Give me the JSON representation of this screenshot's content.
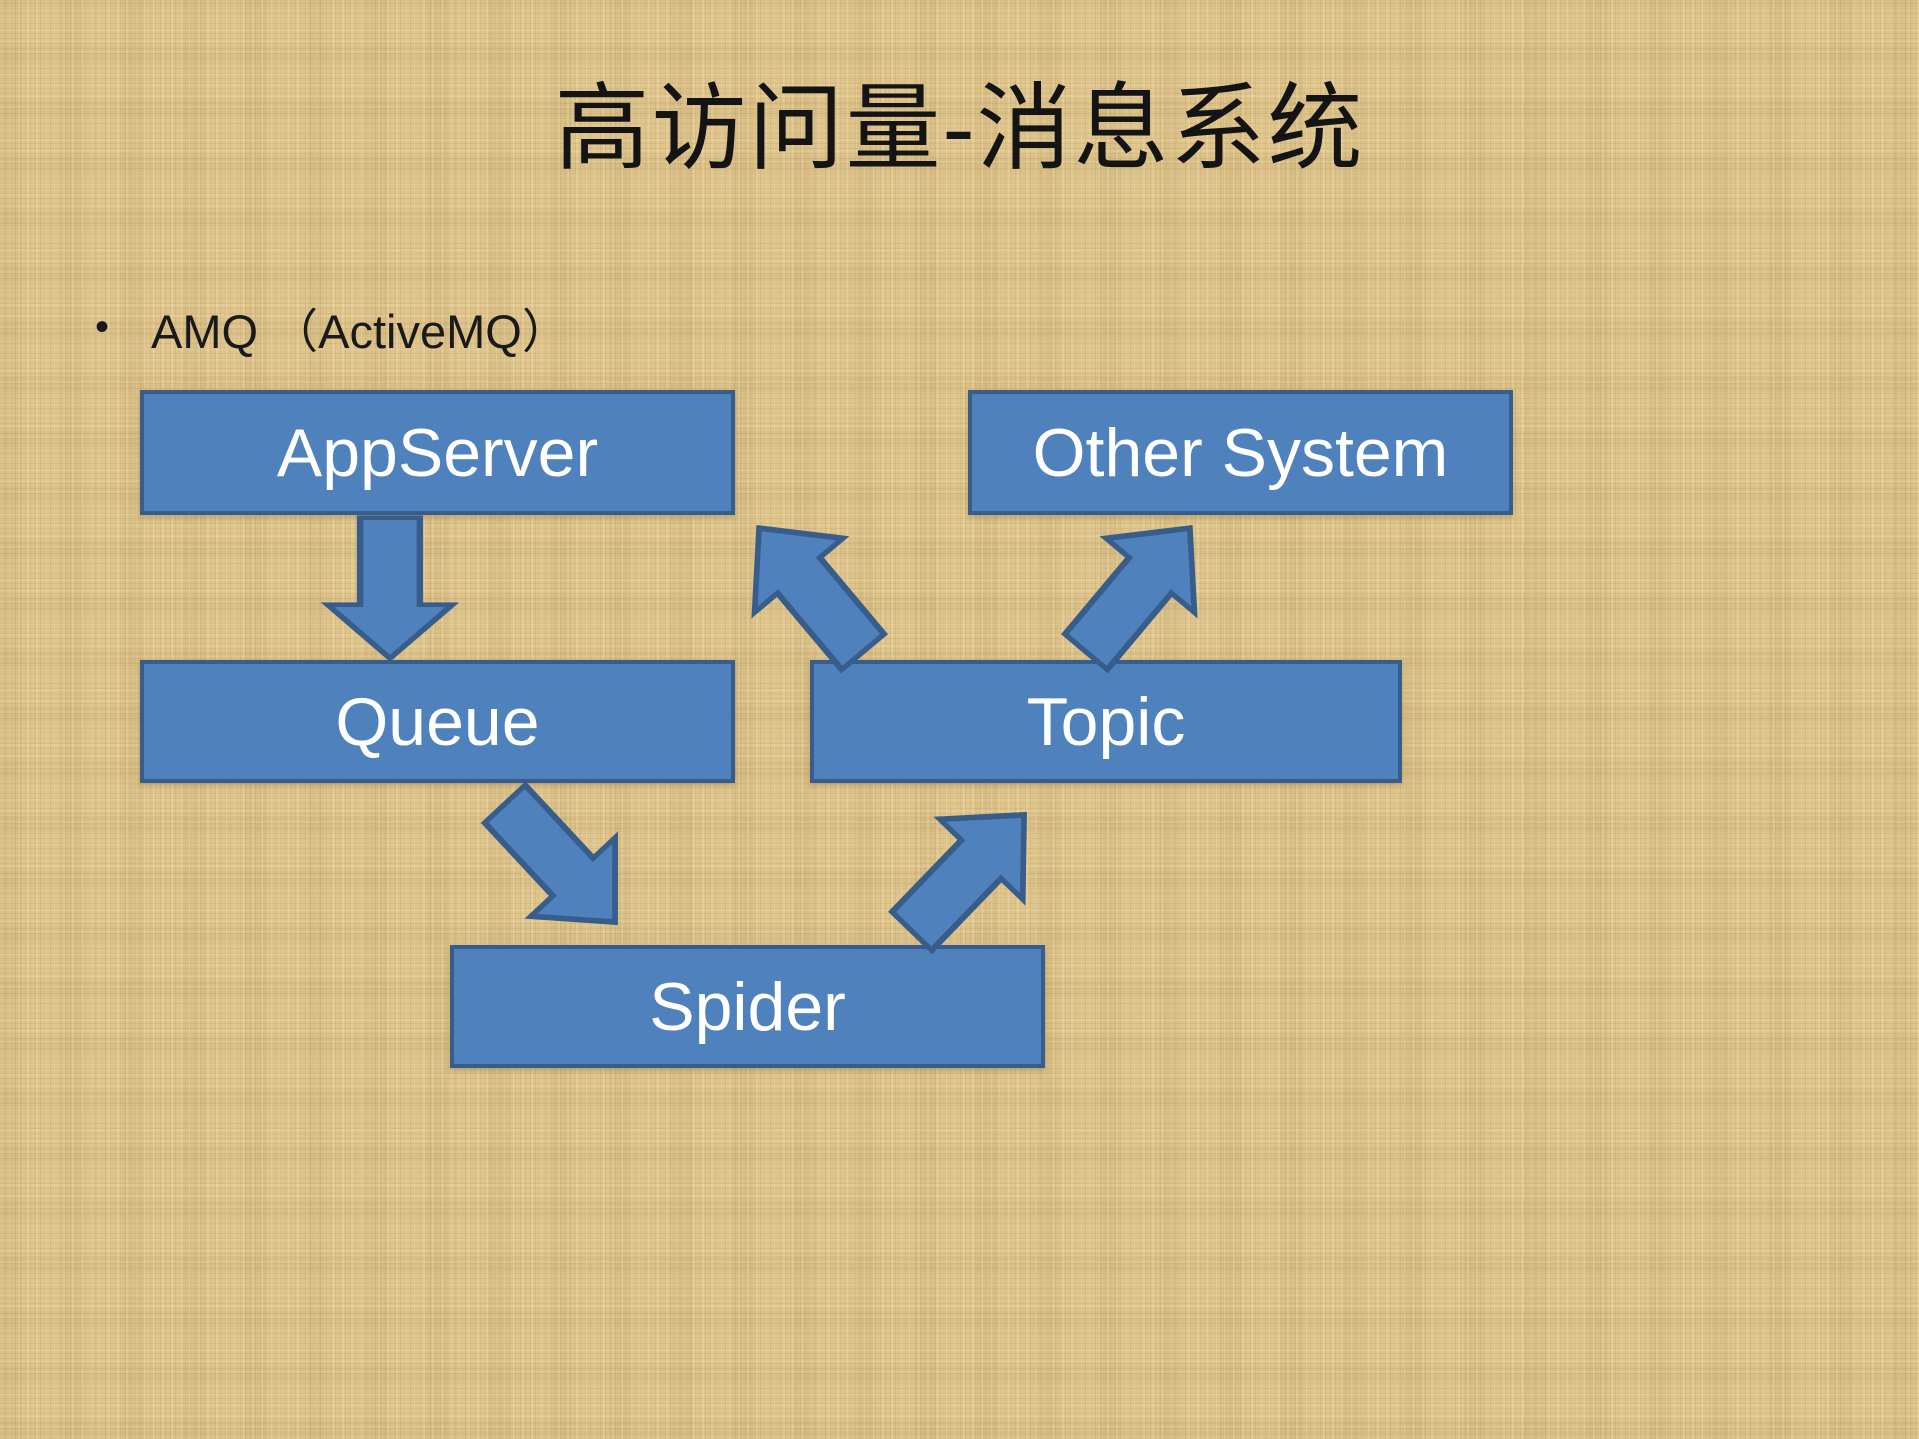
{
  "slide": {
    "title": "高访问量-消息系统",
    "bullet": {
      "marker": "•",
      "text": "AMQ （ActiveMQ）"
    }
  },
  "diagram": {
    "nodes": {
      "appserver": {
        "label": "AppServer"
      },
      "other_system": {
        "label": "Other System"
      },
      "queue": {
        "label": "Queue"
      },
      "topic": {
        "label": "Topic"
      },
      "spider": {
        "label": "Spider"
      }
    },
    "arrows": [
      {
        "name": "appserver-to-queue",
        "direction": "down"
      },
      {
        "name": "topic-to-upper-left",
        "direction": "up-left"
      },
      {
        "name": "topic-to-other-system",
        "direction": "up-right"
      },
      {
        "name": "queue-to-spider",
        "direction": "down-right"
      },
      {
        "name": "spider-to-topic",
        "direction": "up-right"
      }
    ],
    "colors": {
      "node_fill": "#4f81bd",
      "node_border": "#385d8a",
      "node_text": "#ffffff",
      "background": "#dfc58c",
      "title_text": "#141414"
    }
  }
}
